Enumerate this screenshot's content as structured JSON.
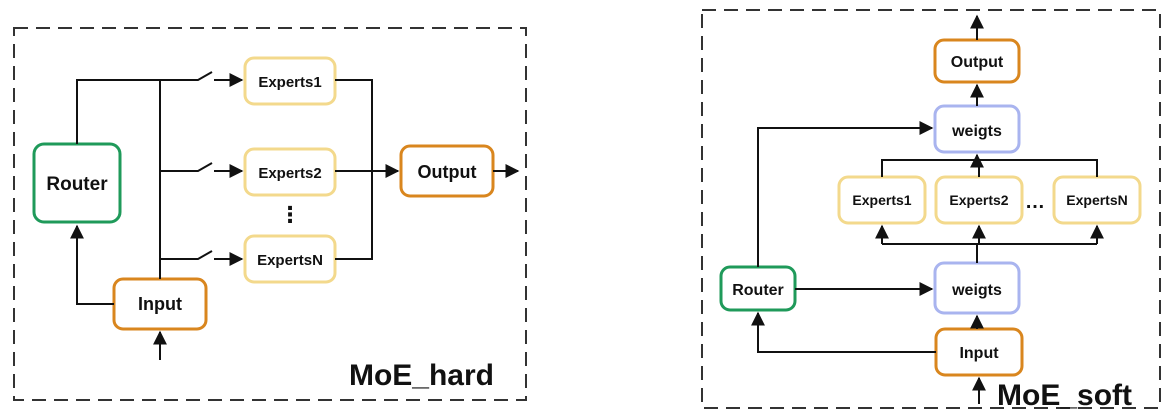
{
  "colors": {
    "router_border": "#1f9a5a",
    "expert_border": "#f3d98c",
    "output_border": "#d9861e",
    "input_border": "#d9861e",
    "weights_border": "#a9b4ef",
    "line": "#111111",
    "frame": "#333333"
  },
  "hard": {
    "title": "MoE_hard",
    "router": "Router",
    "input": "Input",
    "output": "Output",
    "experts": [
      "Experts1",
      "Experts2",
      "ExpertsN"
    ],
    "vdots": "⋮"
  },
  "soft": {
    "title": "MoE_soft",
    "router": "Router",
    "input": "Input",
    "output": "Output",
    "weights_top": "weigts",
    "weights_bottom": "weigts",
    "experts": [
      "Experts1",
      "Experts2",
      "ExpertsN"
    ],
    "hdots": "…"
  }
}
